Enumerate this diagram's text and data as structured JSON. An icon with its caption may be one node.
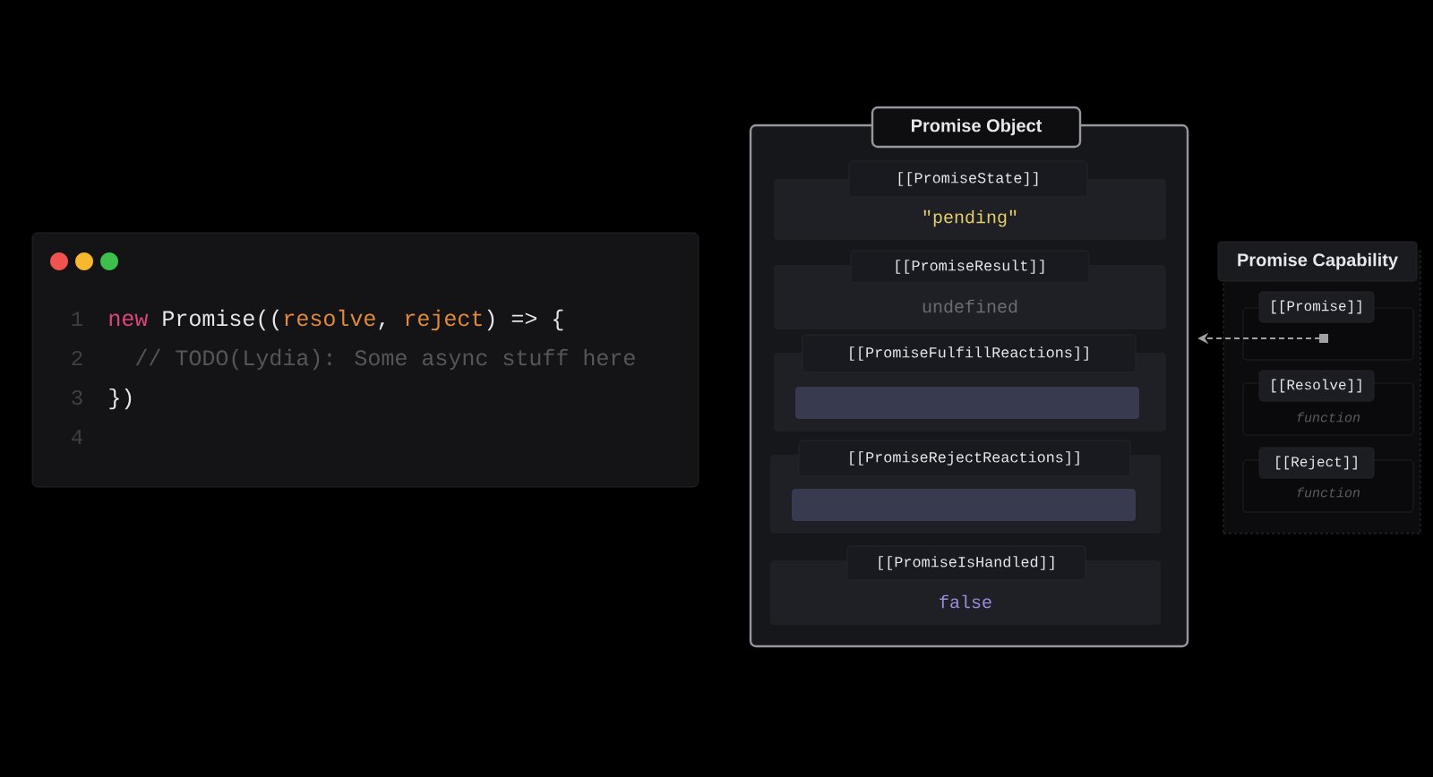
{
  "diagram": {
    "nodes": [
      {
        "text": [
          "new",
          "Promise((",
          "resolve",
          ",",
          "reject",
          ") => {",
          "// TODO(Lydia): Some async stuff here",
          "})"
        ]
      },
      {
        "text": [
          "Promise Object"
        ]
      },
      {
        "text": [
          "[[PromiseState]]",
          "\"pending\""
        ],
        "in": 1
      },
      {
        "text": [
          "[[PromiseResult]]",
          "undefined"
        ],
        "in": 1
      },
      {
        "text": [
          "[[PromiseFulfillReactions]]"
        ],
        "in": 1
      },
      {
        "text": [],
        "shape": "bar",
        "in": 4
      },
      {
        "text": [
          "[[PromiseRejectReactions]]"
        ],
        "in": 1
      },
      {
        "text": [],
        "shape": "bar",
        "in": 6
      },
      {
        "text": [
          "[[PromiseIsHandled]]",
          "false"
        ],
        "in": 1
      },
      {
        "text": [
          "Promise Capability"
        ]
      },
      {
        "text": [
          "[[Promise]]"
        ],
        "in": 9
      },
      {
        "text": [
          "[[Resolve]]",
          "function"
        ],
        "in": 9
      },
      {
        "text": [
          "[[Reject]]",
          "function"
        ],
        "in": 9
      }
    ],
    "edges": [
      {
        "from": 10,
        "to": 1,
        "arrow": "to",
        "style": "dashed"
      }
    ],
    "labels": [
      "1",
      "2",
      "3",
      "4"
    ]
  }
}
